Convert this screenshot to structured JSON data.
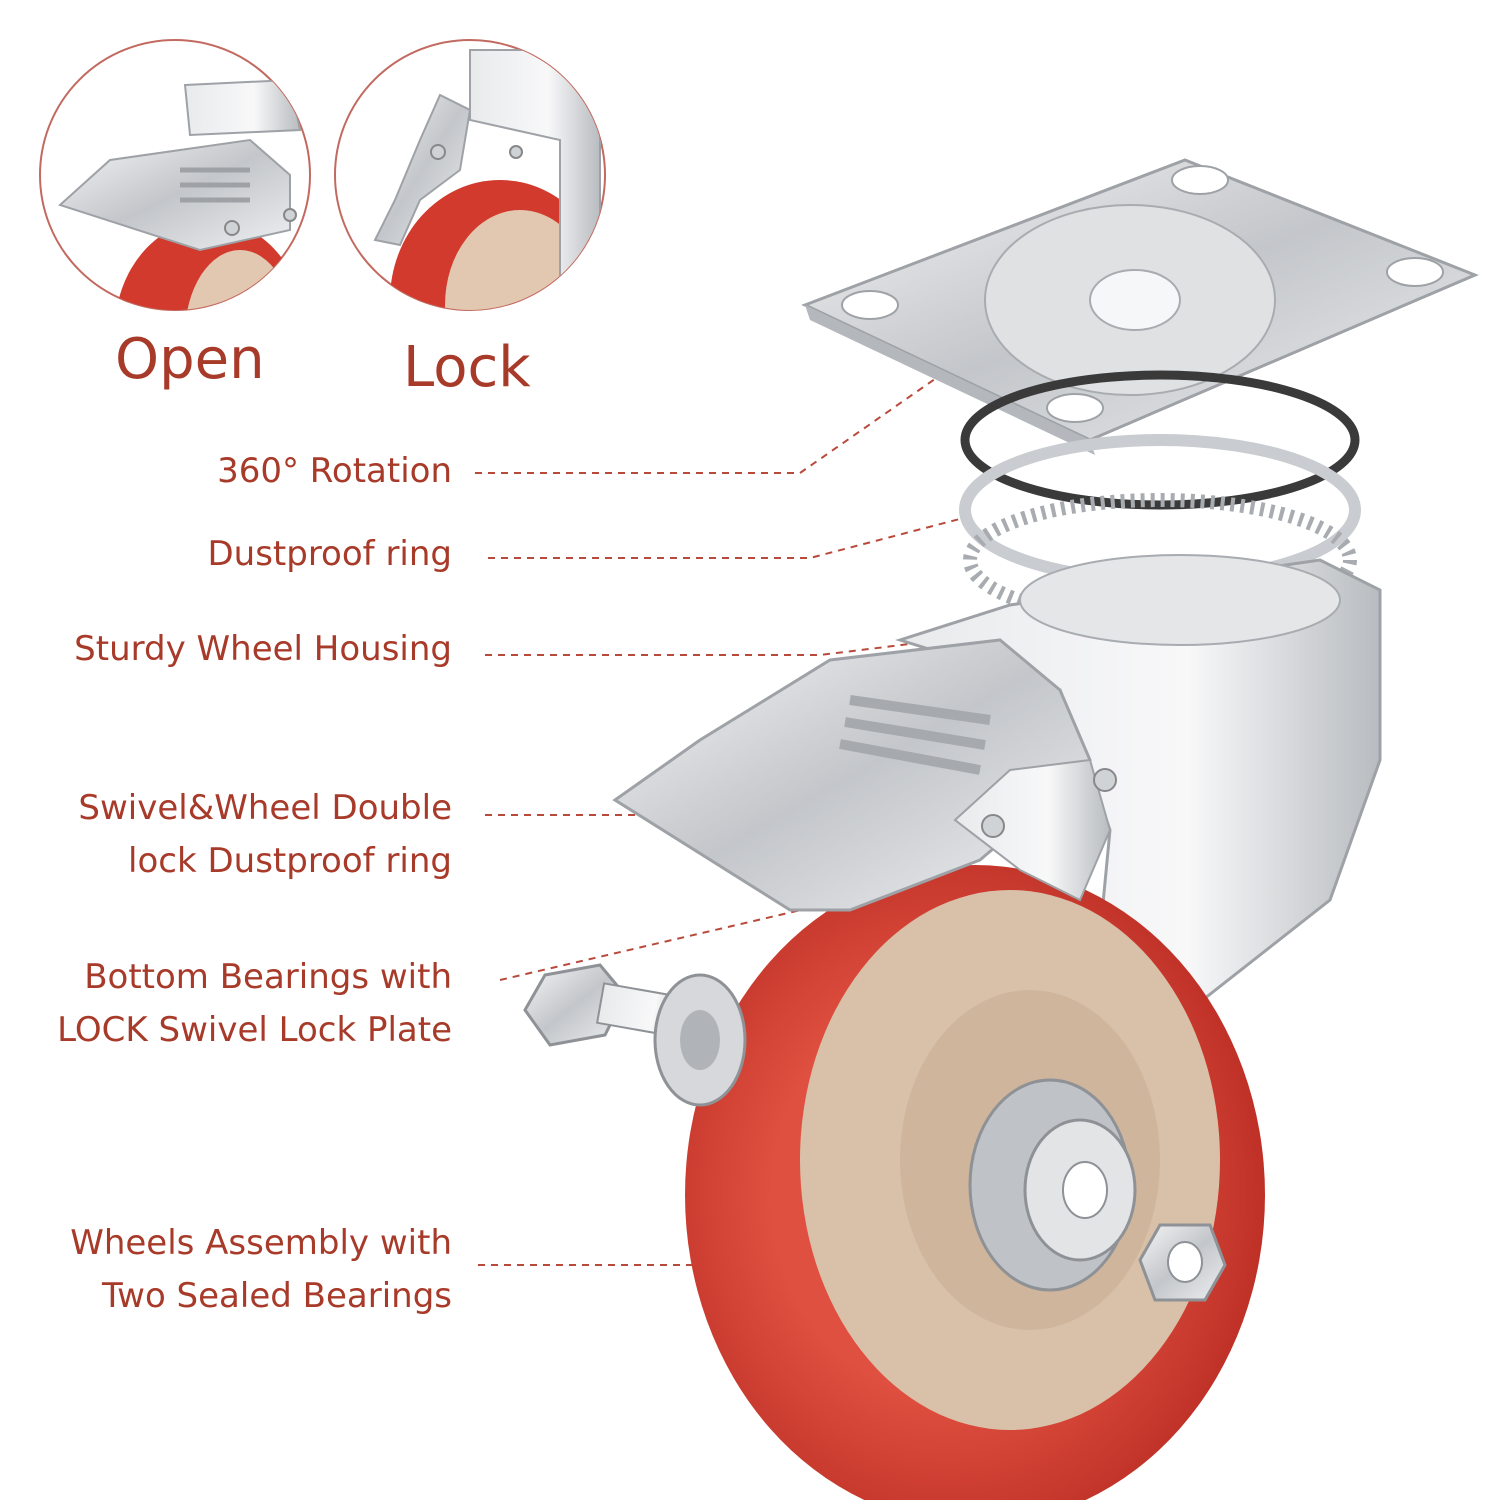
{
  "state_labels": {
    "open": "Open",
    "lock": "Lock"
  },
  "callouts": [
    {
      "lines": [
        "360° Rotation"
      ]
    },
    {
      "lines": [
        "Dustproof ring"
      ]
    },
    {
      "lines": [
        "Sturdy Wheel Housing"
      ]
    },
    {
      "lines": [
        "Swivel&Wheel Double",
        "lock Dustproof ring"
      ]
    },
    {
      "lines": [
        "Bottom Bearings with",
        "LOCK Swivel Lock Plate"
      ]
    },
    {
      "lines": [
        "Wheels Assembly with",
        "Two Sealed Bearings"
      ]
    }
  ],
  "colors": {
    "label_red": "#a83a2a",
    "wheel_red": "#d13a2c",
    "hub_beige": "#d9c0a8",
    "steel": "#c9ccd0"
  }
}
